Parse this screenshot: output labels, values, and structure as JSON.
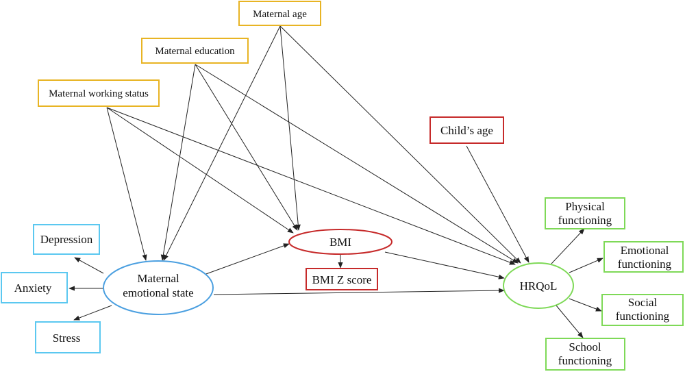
{
  "colors": {
    "maternal_factors": "#e8b424",
    "maternal_emotional": "#4a9fe0",
    "child_factors": "#c62a2a",
    "hrqol": "#7ed957",
    "emotional_indicators": "#5bc8f0",
    "edge": "#222222"
  },
  "maternal_factors": {
    "maternal_age": "Maternal age",
    "maternal_education": "Maternal education",
    "maternal_working_status": "Maternal working status"
  },
  "child_factors": {
    "childs_age": "Child’s age",
    "bmi": "BMI",
    "bmi_z_score": "BMI Z score"
  },
  "emotional": {
    "state_line1": "Maternal",
    "state_line2": "emotional state",
    "depression": "Depression",
    "anxiety": "Anxiety",
    "stress": "Stress"
  },
  "hrqol": {
    "label": "HRQoL",
    "physical_line1": "Physical",
    "physical_line2": "functioning",
    "emotional_line1": "Emotional",
    "emotional_line2": "functioning",
    "social_line1": "Social",
    "social_line2": "functioning",
    "school_line1": "School",
    "school_line2": "functioning"
  }
}
